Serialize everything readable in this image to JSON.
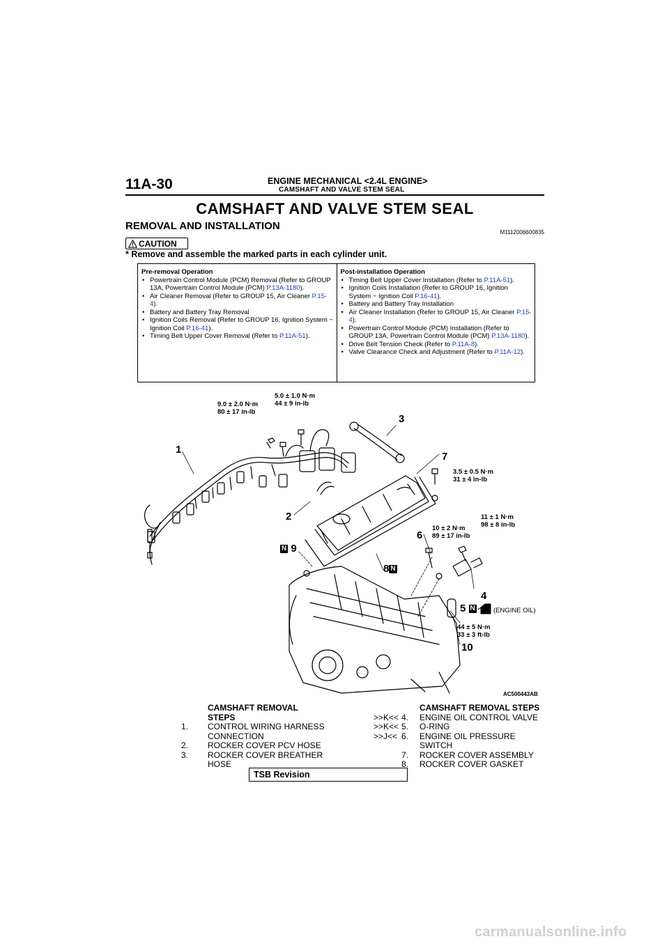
{
  "header": {
    "page_number": "11A-30",
    "section": "ENGINE MECHANICAL <2.4L ENGINE>",
    "subsection": "CAMSHAFT AND VALVE STEM SEAL"
  },
  "title": "CAMSHAFT AND VALVE STEM SEAL",
  "subtitle": "REMOVAL AND INSTALLATION",
  "doc_id": "M1112006600835",
  "caution": {
    "label": "CAUTION",
    "text": "* Remove and assemble the marked parts in each cylinder unit."
  },
  "pre_removal": {
    "heading": "Pre-removal Operation",
    "items": [
      {
        "text": "Powertrain Control Module (PCM) Removal (Refer to GROUP 13A, Powertrain Control Module (PCM) ",
        "ref": "P.13A-1180",
        "end": ")."
      },
      {
        "text": "Air Cleaner Removal (Refer to GROUP 15, Air Cleaner ",
        "ref": "P.15-4",
        "end": ")."
      },
      {
        "text": "Battery and Battery Tray Removal",
        "ref": "",
        "end": ""
      },
      {
        "text": "Ignition Coils Removal (Refer to GROUP 16, Ignition System − Ignition Coil ",
        "ref": "P.16-41",
        "end": ")."
      },
      {
        "text": "Timing Belt Upper Cover Removal (Refer to ",
        "ref": "P.11A-51",
        "end": ")."
      }
    ]
  },
  "post_installation": {
    "heading": "Post-installation Operation",
    "items": [
      {
        "text": "Timing Belt Upper Cover Installation (Refer to ",
        "ref": "P.11A-51",
        "end": ")."
      },
      {
        "text": "Ignition Coils Installation (Refer to GROUP 16, Ignition System − Ignition Coil ",
        "ref": "P.16-41",
        "end": ")."
      },
      {
        "text": "Battery and Battery Tray Installation",
        "ref": "",
        "end": ""
      },
      {
        "text": "Air Cleaner Installation (Refer to GROUP 15, Air Cleaner ",
        "ref": "P.15-4",
        "end": ")."
      },
      {
        "text": "Powertrain Control Module (PCM) Installation (Refer to GROUP 13A, Powertrain Control Module (PCM) ",
        "ref": "P.13A-1180",
        "end": ")."
      },
      {
        "text": "Drive Belt Tension Check (Refer to ",
        "ref": "P.11A-8",
        "end": ")."
      },
      {
        "text": "Valve Clearance Check and Adjustment (Refer to ",
        "ref": "P.11A-12",
        "end": ")."
      }
    ]
  },
  "figure": {
    "id": "AC500443AB",
    "part_numbers": [
      "1",
      "2",
      "3",
      "4",
      "5",
      "6",
      "7",
      "8",
      "9",
      "10"
    ],
    "n_mark": "N",
    "torques": {
      "t1": [
        "5.0 ± 1.0 N·m",
        "44 ± 9 in-lb"
      ],
      "t2": [
        "9.0 ± 2.0 N·m",
        "80 ± 17 in-lb"
      ],
      "t3": [
        "3.5 ± 0.5 N·m",
        "31 ± 4 in-lb"
      ],
      "t4": [
        "11 ± 1 N·m",
        "98 ± 8 in-lb"
      ],
      "t5": [
        "10 ± 2 N·m",
        "89 ± 17 in-lb"
      ],
      "t6": [
        "44 ± 5 N·m",
        "33 ± 3 ft-lb"
      ]
    },
    "engine_oil_note": "(ENGINE OIL)"
  },
  "steps": {
    "heading": "CAMSHAFT REMOVAL STEPS",
    "left": [
      {
        "mark": "",
        "num": "1.",
        "text": "CONTROL WIRING HARNESS CONNECTION"
      },
      {
        "mark": "",
        "num": "2.",
        "text": "ROCKER COVER PCV HOSE"
      },
      {
        "mark": "",
        "num": "3.",
        "text": "ROCKER COVER BREATHER HOSE"
      }
    ],
    "right": [
      {
        "mark": ">>K<<",
        "num": "4.",
        "text": "ENGINE OIL CONTROL VALVE"
      },
      {
        "mark": ">>K<<",
        "num": "5.",
        "text": "O-RING"
      },
      {
        "mark": ">>J<<",
        "num": "6.",
        "text": "ENGINE OIL PRESSURE SWITCH"
      },
      {
        "mark": "",
        "num": "7.",
        "text": "ROCKER COVER ASSEMBLY"
      },
      {
        "mark": "",
        "num": "8.",
        "text": "ROCKER COVER GASKET"
      }
    ]
  },
  "tsb_label": "TSB Revision",
  "footer": "carmanualsonline.info"
}
